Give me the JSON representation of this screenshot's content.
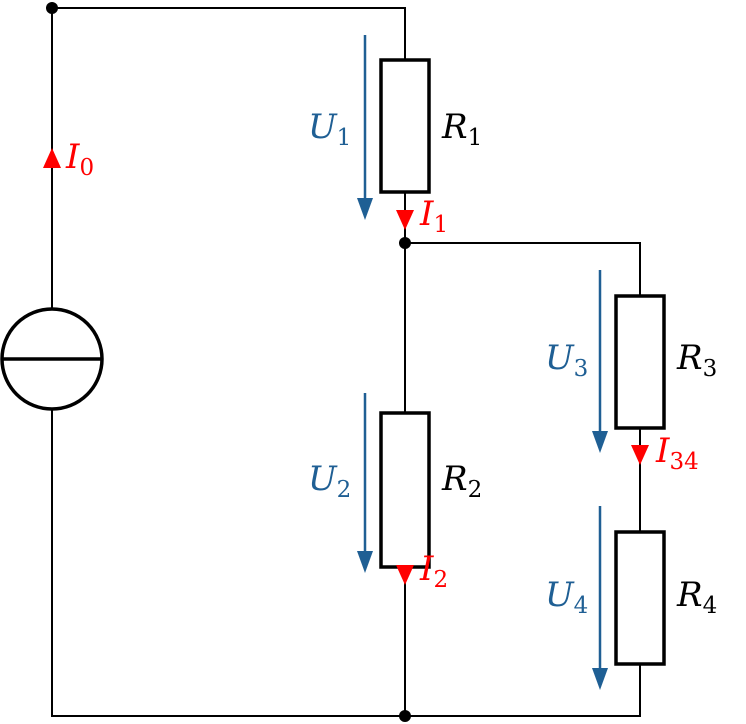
{
  "colors": {
    "wire": "#000000",
    "voltage": "#1f5f94",
    "current": "#ff0000"
  },
  "labels": {
    "R1": {
      "main": "R",
      "sub": "1"
    },
    "R2": {
      "main": "R",
      "sub": "2"
    },
    "R3": {
      "main": "R",
      "sub": "3"
    },
    "R4": {
      "main": "R",
      "sub": "4"
    },
    "U1": {
      "main": "U",
      "sub": "1"
    },
    "U2": {
      "main": "U",
      "sub": "2"
    },
    "U3": {
      "main": "U",
      "sub": "3"
    },
    "U4": {
      "main": "U",
      "sub": "4"
    },
    "I0": {
      "main": "I",
      "sub": "0"
    },
    "I1": {
      "main": "I",
      "sub": "1"
    },
    "I2": {
      "main": "I",
      "sub": "2"
    },
    "I34": {
      "main": "I",
      "sub": "34"
    }
  }
}
